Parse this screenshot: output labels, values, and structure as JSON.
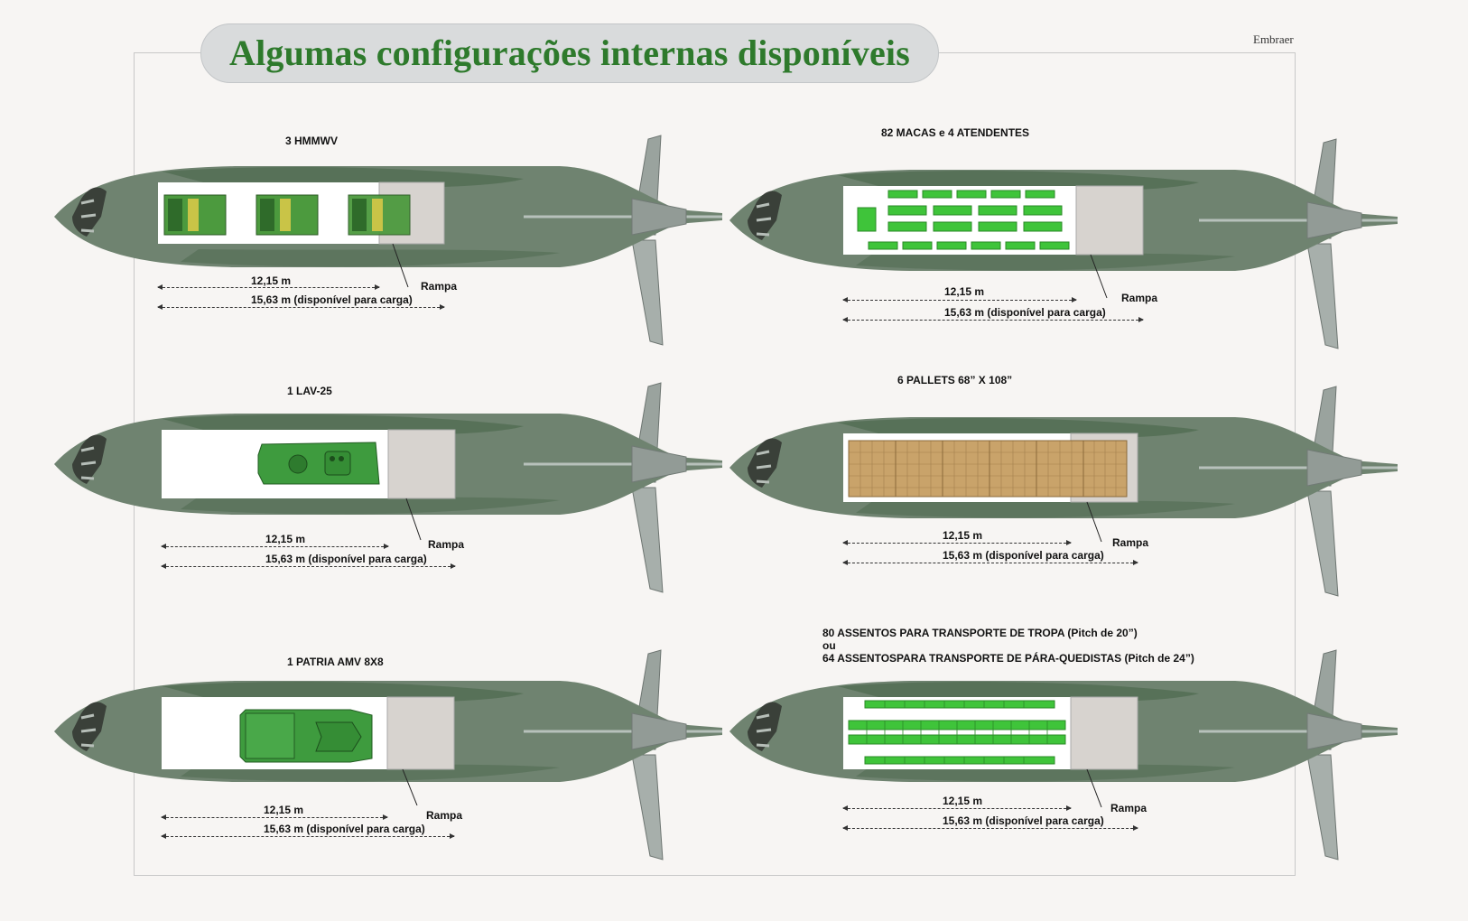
{
  "header": {
    "title": "Algumas configurações internas disponíveis",
    "credit": "Embraer"
  },
  "common": {
    "len_short": "12,15 m",
    "len_long": "15,63 m (disponível para carga)",
    "ramp_label": "Rampa"
  },
  "colors": {
    "title_green": "#2e7a2c",
    "fuselage_green": "#5b7a5c",
    "fuselage_grey": "#8e9a94",
    "ramp_grey": "#d7d3cf",
    "vehicle_green": "#3e9b3e",
    "seat_green": "#3fc43a",
    "pallet_tan": "#c9a36a"
  },
  "configurations": [
    {
      "id": "hmmwv",
      "title": "3 HMMWV",
      "cargo": "3-vehicles"
    },
    {
      "id": "macas",
      "title": "82 MACAS e 4 ATENDENTES",
      "cargo": "stretchers"
    },
    {
      "id": "lav25",
      "title": "1 LAV-25",
      "cargo": "lav"
    },
    {
      "id": "pallets",
      "title": "6 PALLETS 68” X 108”",
      "cargo": "pallets"
    },
    {
      "id": "patria",
      "title": "1 PATRIA AMV 8X8",
      "cargo": "patria"
    },
    {
      "id": "assentos",
      "title_lines": [
        "80 ASSENTOS PARA TRANSPORTE DE TROPA (Pitch de 20”)",
        "ou",
        "64 ASSENTOSPARA TRANSPORTE DE PÁRA-QUEDISTAS (Pitch de 24”)"
      ],
      "cargo": "seats"
    }
  ]
}
